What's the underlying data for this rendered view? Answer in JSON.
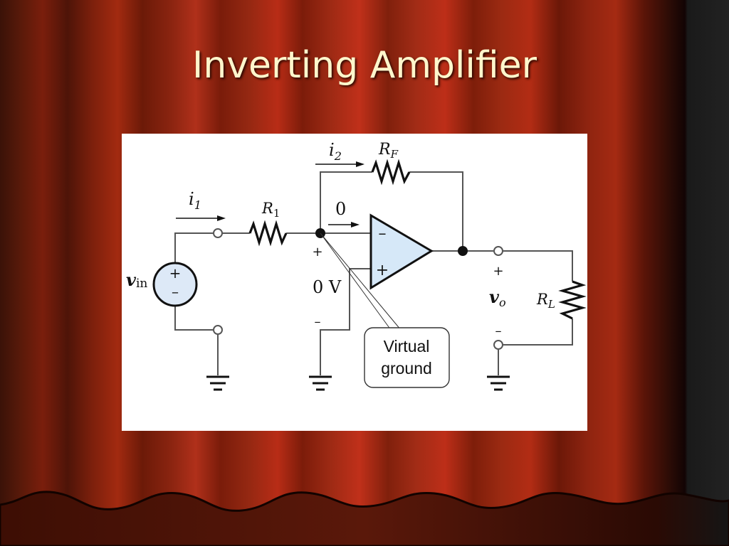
{
  "slide": {
    "title": "Inverting Amplifier"
  },
  "circuit": {
    "i1": {
      "base": "i",
      "sub": "1"
    },
    "i2": {
      "base": "i",
      "sub": "2"
    },
    "r1": {
      "base": "R",
      "sub": "1"
    },
    "rf": {
      "base": "R",
      "sub": "F"
    },
    "rl": {
      "base": "R",
      "sub": "L"
    },
    "vin": {
      "base": "v",
      "sub": "in"
    },
    "vo": {
      "base": "v",
      "sub": "o"
    },
    "zero_current": "0",
    "zero_voltage": "0 V",
    "node_plus": "+",
    "node_minus": "–",
    "out_plus": "+",
    "out_minus": "–",
    "opamp_inverting": "–",
    "opamp_noninverting": "+",
    "source_plus": "+",
    "source_minus": "–",
    "callout": {
      "line1": "Virtual",
      "line2": "ground"
    }
  }
}
